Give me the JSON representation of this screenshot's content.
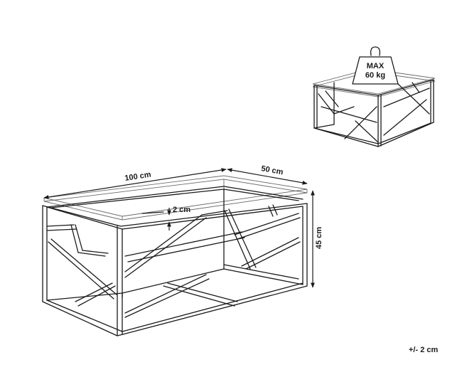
{
  "dimensions": {
    "width": "100 cm",
    "depth": "50 cm",
    "height": "45 cm",
    "glass_gap": "2 cm",
    "tolerance": "+/- 2 cm"
  },
  "max_load": {
    "line1": "MAX",
    "line2": "60 kg"
  }
}
